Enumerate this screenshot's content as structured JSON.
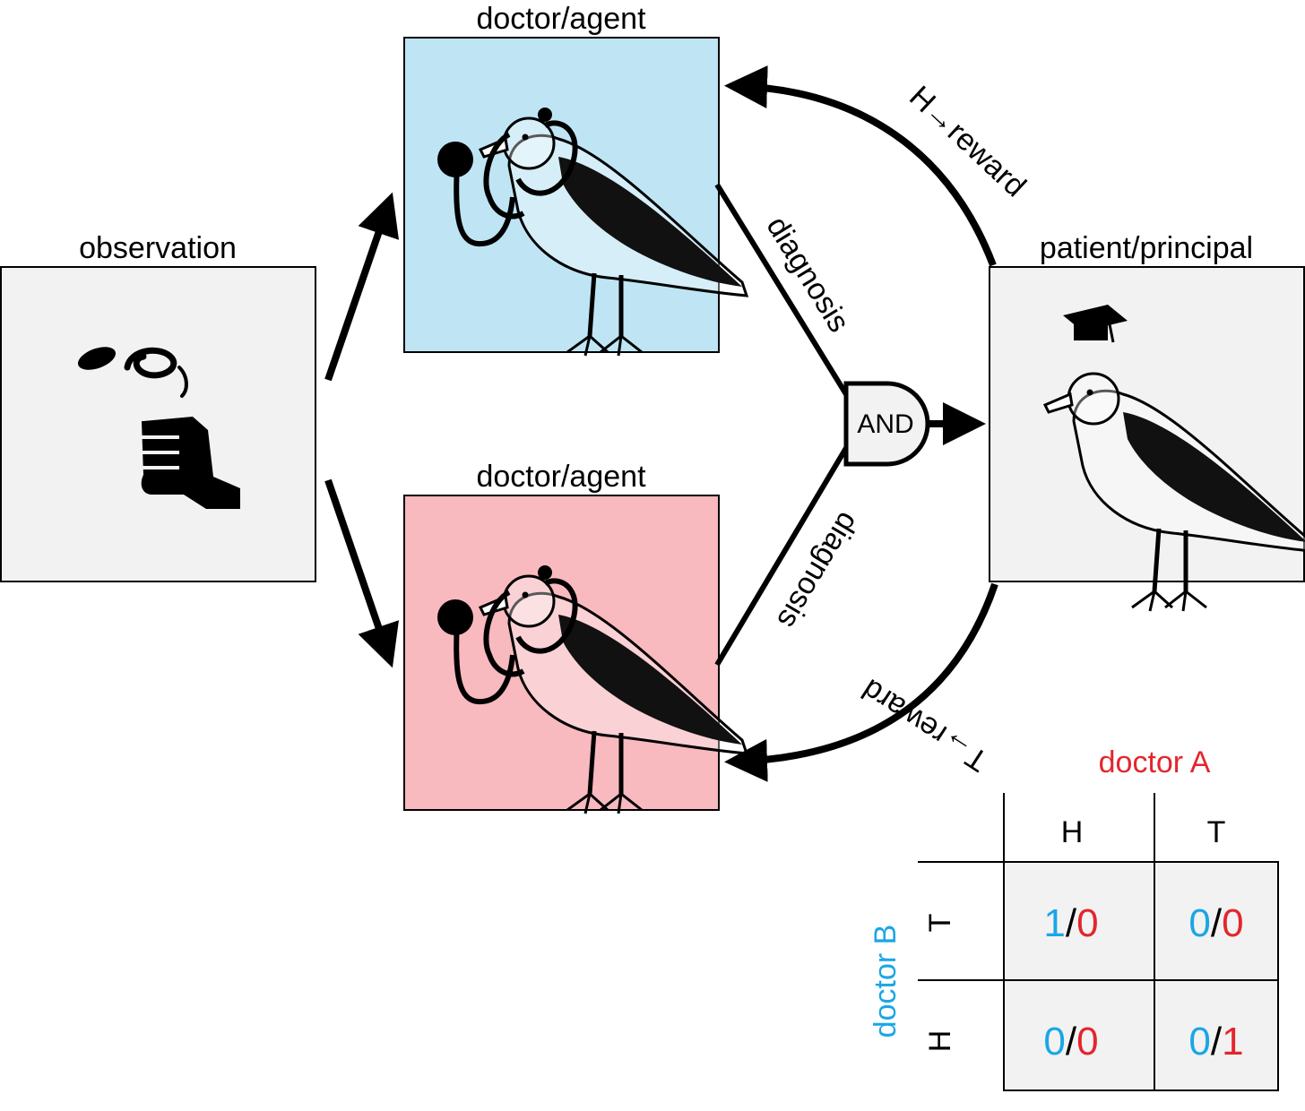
{
  "nodes": {
    "observation": {
      "label": "observation"
    },
    "doctor_top": {
      "label": "doctor/agent"
    },
    "doctor_bottom": {
      "label": "doctor/agent"
    },
    "patient": {
      "label": "patient/principal"
    }
  },
  "gate": {
    "label": "AND"
  },
  "edges": {
    "diagnosis_top": "diagnosis",
    "diagnosis_bottom": "diagnosis",
    "reward_top": "H→reward",
    "reward_bottom": "T→reward"
  },
  "payoff": {
    "column_player": "doctor A",
    "row_player": "doctor B",
    "columns": [
      "H",
      "T"
    ],
    "rows": [
      "T",
      "H"
    ],
    "cells": [
      [
        {
          "b": "1",
          "sep": "/",
          "a": "0"
        },
        {
          "b": "0",
          "sep": "/",
          "a": "0"
        }
      ],
      [
        {
          "b": "0",
          "sep": "/",
          "a": "0"
        },
        {
          "b": "0",
          "sep": "/",
          "a": "1"
        }
      ]
    ]
  },
  "colors": {
    "doctor_top_fill": "#bfe5f5",
    "doctor_bottom_fill": "#f8b9bf",
    "panel_fill": "#f2f2f2",
    "doctor_a": "#e3262e",
    "doctor_b": "#1aa6e6"
  },
  "icons": {
    "observation": "hand-flipping-coin-icon",
    "doctor": "bird-with-stethoscope-icon",
    "patient": "bird-with-graduation-cap-icon"
  }
}
